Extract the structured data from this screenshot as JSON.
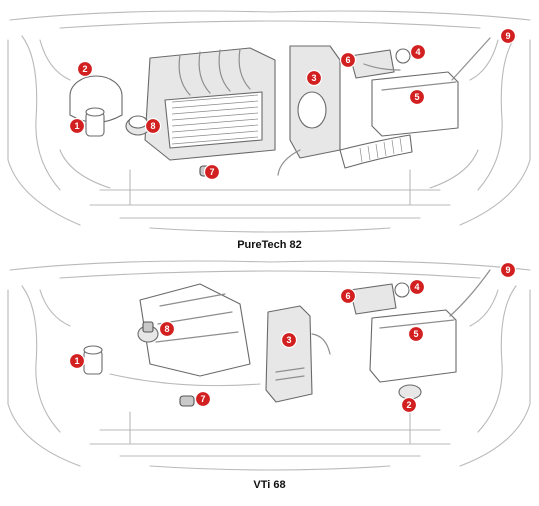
{
  "panels": [
    {
      "caption": "PureTech 82",
      "markers": [
        "1",
        "2",
        "3",
        "4",
        "5",
        "6",
        "7",
        "8",
        "9"
      ]
    },
    {
      "caption": "VTi 68",
      "markers": [
        "1",
        "2",
        "3",
        "4",
        "5",
        "6",
        "7",
        "8",
        "9"
      ]
    }
  ],
  "colors": {
    "marker_red": "#d21f1f",
    "outline": "#6a6a6a",
    "body_lines": "#b9b9b9"
  }
}
